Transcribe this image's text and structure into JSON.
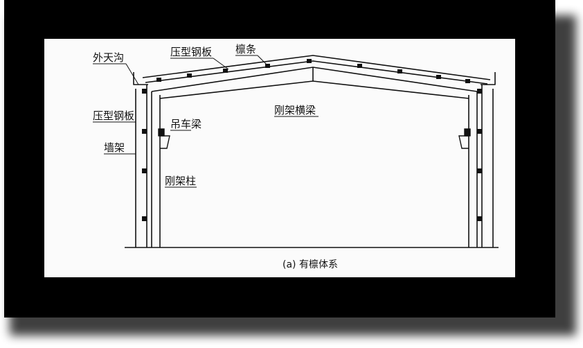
{
  "diagram": {
    "labels": {
      "gutter": "外天沟",
      "roof_sheet": "压型钢板",
      "purlin": "檩条",
      "wall_sheet": "压型钢板",
      "crane_beam": "吊车梁",
      "wall_frame": "墙架",
      "frame_column": "刚架柱",
      "frame_beam": "刚架横梁"
    },
    "caption": "(a) 有檩体系"
  },
  "colors": {
    "frame": "#000000",
    "paper": "#fbfbfb",
    "ink": "#111111"
  }
}
